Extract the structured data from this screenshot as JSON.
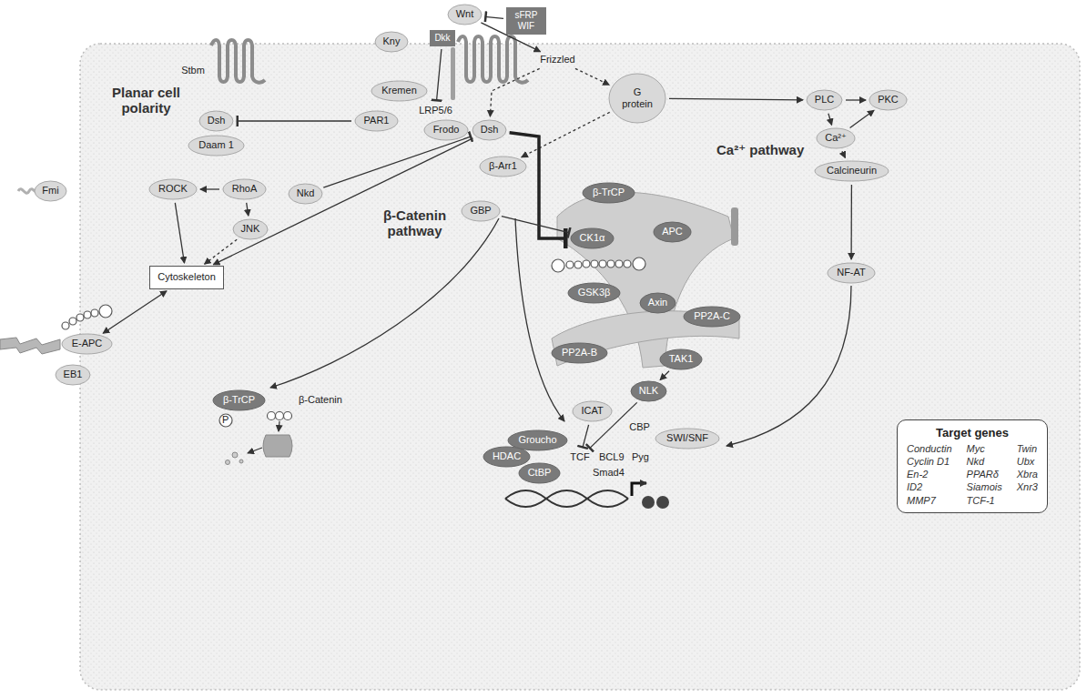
{
  "diagram": {
    "nodes": [
      {
        "text": [
          "Wnt"
        ]
      },
      {
        "text": [
          "sFRP WIF"
        ]
      },
      {
        "text": [
          "Kny"
        ]
      },
      {
        "text": [
          "Dkk"
        ]
      },
      {
        "text": [
          "Stbm"
        ]
      },
      {
        "text": [
          "Kremen"
        ]
      },
      {
        "text": [
          "Frizzled"
        ]
      },
      {
        "text": [
          "LRP5/6"
        ]
      },
      {
        "text": [
          "Dsh"
        ]
      },
      {
        "text": [
          "PAR1"
        ]
      },
      {
        "text": [
          "Frodo"
        ]
      },
      {
        "text": [
          "Dsh"
        ]
      },
      {
        "text": [
          "β-Arr1"
        ]
      },
      {
        "text": [
          "G protein"
        ]
      },
      {
        "text": [
          "PLC"
        ]
      },
      {
        "text": [
          "PKC"
        ]
      },
      {
        "text": [
          "Ca²⁺"
        ]
      },
      {
        "text": [
          "Daam 1"
        ]
      },
      {
        "text": [
          "Fmi"
        ]
      },
      {
        "text": [
          "ROCK"
        ]
      },
      {
        "text": [
          "RhoA"
        ]
      },
      {
        "text": [
          "Nkd"
        ]
      },
      {
        "text": [
          "Calcineurin"
        ]
      },
      {
        "text": [
          "GBP"
        ]
      },
      {
        "text": [
          "JNK"
        ]
      },
      {
        "text": [
          "Cytoskeleton"
        ]
      },
      {
        "text": [
          "NF-AT"
        ]
      },
      {
        "text": [
          "β-TrCP"
        ]
      },
      {
        "text": [
          "CK1α"
        ]
      },
      {
        "text": [
          "APC"
        ]
      },
      {
        "text": [
          "GSK3β"
        ]
      },
      {
        "text": [
          "Axin"
        ]
      },
      {
        "text": [
          "PP2A-B"
        ]
      },
      {
        "text": [
          "PP2A-C"
        ]
      },
      {
        "text": [
          "TAK1"
        ]
      },
      {
        "text": [
          "NLK"
        ]
      },
      {
        "text": [
          "ICAT"
        ]
      },
      {
        "text": [
          "CBP"
        ]
      },
      {
        "text": [
          "SWI/SNF"
        ]
      },
      {
        "text": [
          "Groucho"
        ]
      },
      {
        "text": [
          "TCF"
        ]
      },
      {
        "text": [
          "HDAC"
        ]
      },
      {
        "text": [
          "CtBP"
        ]
      },
      {
        "text": [
          "β-TrCP"
        ]
      },
      {
        "text": [
          "E-APC"
        ]
      },
      {
        "text": [
          "EB1"
        ]
      },
      {
        "text": [
          "Target genes",
          "Conductin",
          "Myc",
          "Twin",
          "Cyclin D1",
          "Nkd",
          "Ubx",
          "En-2",
          "PPARδ",
          "Xbra",
          "ID2",
          "Siamois",
          "Xnr3",
          "MMP7",
          "TCF-1"
        ]
      }
    ],
    "edges": [
      {
        "from": 0,
        "to": 6,
        "arrow": "to"
      },
      {
        "from": 1,
        "to": 0,
        "arrow": "to"
      },
      {
        "from": 3,
        "to": 7,
        "arrow": "to"
      },
      {
        "from": 6,
        "to": 11,
        "arrow": "to"
      },
      {
        "from": 6,
        "to": 13,
        "arrow": "to"
      },
      {
        "from": 13,
        "to": 14,
        "arrow": "to"
      },
      {
        "from": 14,
        "to": 15,
        "arrow": "to"
      },
      {
        "from": 14,
        "to": 16,
        "arrow": "to"
      },
      {
        "from": 16,
        "to": 15,
        "arrow": "to"
      },
      {
        "from": 16,
        "to": 22,
        "arrow": "to"
      },
      {
        "from": 22,
        "to": 26,
        "arrow": "to"
      },
      {
        "from": 13,
        "to": 12,
        "arrow": "to"
      },
      {
        "from": 9,
        "to": 8,
        "arrow": "to"
      },
      {
        "from": 20,
        "to": 19,
        "arrow": "to"
      },
      {
        "from": 20,
        "to": 24,
        "arrow": "to"
      },
      {
        "from": 19,
        "to": 25,
        "arrow": "to"
      },
      {
        "from": 24,
        "to": 25,
        "arrow": "to"
      },
      {
        "from": 11,
        "to": 25,
        "arrow": "to"
      },
      {
        "from": 21,
        "to": 11,
        "arrow": "to"
      },
      {
        "from": 11,
        "to": 28,
        "arrow": "to"
      },
      {
        "from": 23,
        "to": 28,
        "arrow": "to"
      },
      {
        "from": 34,
        "to": 35,
        "arrow": "to"
      },
      {
        "from": 35,
        "to": 40,
        "arrow": "to"
      },
      {
        "from": 36,
        "to": 40,
        "arrow": "to"
      },
      {
        "from": 25,
        "to": 44,
        "arrow": "both"
      }
    ],
    "labels": [
      "Planar cell polarity",
      "β-Catenin pathway",
      "Ca²⁺ pathway",
      "β-Catenin",
      "P",
      "BCL9",
      "Pyg",
      "Smad4"
    ]
  }
}
